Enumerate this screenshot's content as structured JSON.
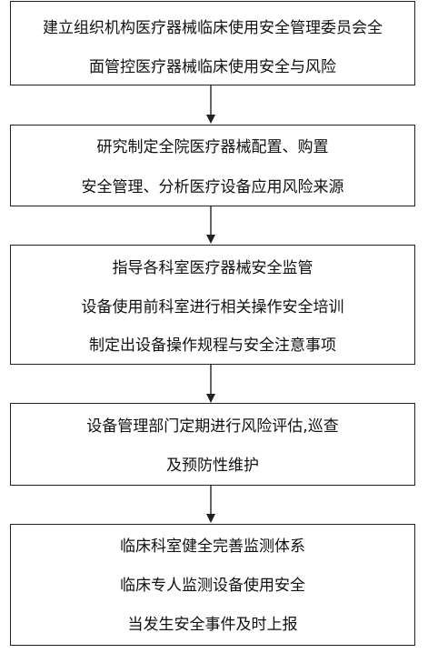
{
  "flowchart": {
    "steps": [
      {
        "lines": [
          "建立组织机构医疗器械临床使用安全管理委员会全",
          "面管控医疗器械临床使用安全与风险"
        ]
      },
      {
        "lines": [
          "研究制定全院医疗器械配置、购置",
          "安全管理、分析医疗设备应用风险来源"
        ]
      },
      {
        "lines": [
          "指导各科室医疗器械安全监管",
          "设备使用前科室进行相关操作安全培训",
          "制定出设备操作规程与安全注意事项"
        ]
      },
      {
        "lines": [
          "设备管理部门定期进行风险评估,巡查",
          "及预防性维护"
        ]
      },
      {
        "lines": [
          "临床科室健全完善监测体系",
          "临床专人监测设备使用安全",
          "当发生安全事件及时上报"
        ]
      }
    ]
  }
}
